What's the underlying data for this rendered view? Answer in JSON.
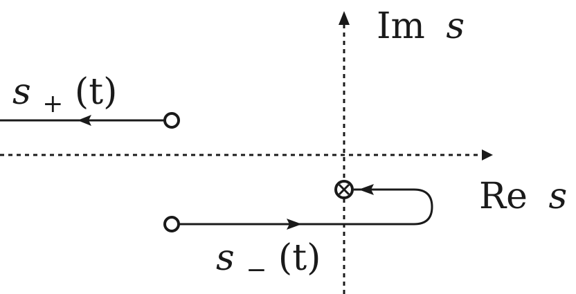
{
  "axes": {
    "imag_label": {
      "prefix": "Im",
      "var": "s"
    },
    "real_label": {
      "prefix": "Re",
      "var": "s"
    }
  },
  "paths": {
    "s_plus": {
      "base": "s",
      "subscript": "+",
      "arg": "(t)"
    },
    "s_minus": {
      "base": "s",
      "subscript": "−",
      "arg": "(t)"
    }
  },
  "colors": {
    "ink": "#1a1a1a"
  }
}
